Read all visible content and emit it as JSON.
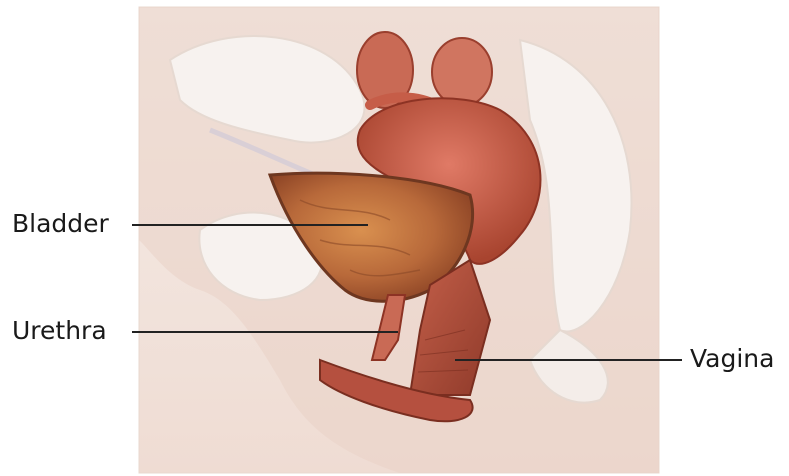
{
  "labels": {
    "bladder": "Bladder",
    "urethra": "Urethra",
    "vagina": "Vagina"
  },
  "colors": {
    "background": "#ffffff",
    "panel": "#f3ebe6",
    "skin": "#ecd9d0",
    "bone": "#f6f2ef",
    "bladder": "#c0703f",
    "uterus": "#c95a45",
    "muscle": "#b34a3a",
    "leader_line": "#222222"
  }
}
